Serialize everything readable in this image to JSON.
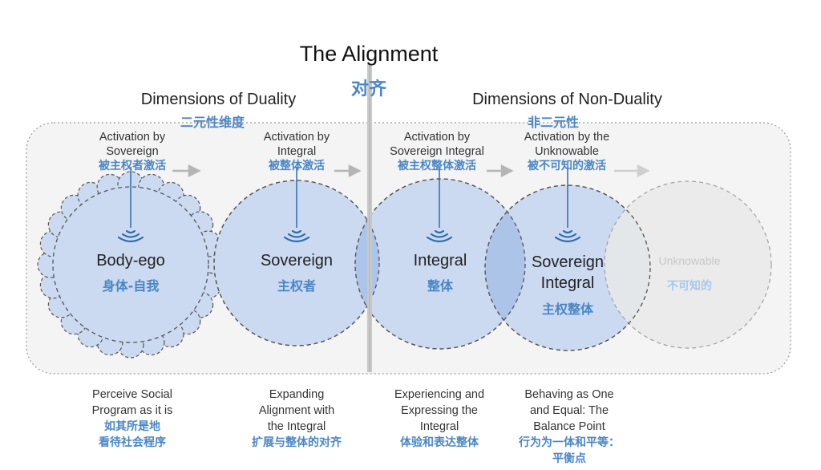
{
  "title": "The Alignment",
  "title_zh": "对齐",
  "duality": {
    "title": "Dimensions of Duality",
    "title_zh": "二元性维度"
  },
  "non_duality": {
    "title": "Dimensions of Non-Duality",
    "title_zh": "非二元性"
  },
  "activations": [
    {
      "en": "Activation by\nSovereign",
      "zh": "被主权者激活"
    },
    {
      "en": "Activation by\nIntegral",
      "zh": "被整体激活"
    },
    {
      "en": "Activation by\nSovereign Integral",
      "zh": "被主权整体激活"
    },
    {
      "en": "Activation by the\nUnknowable",
      "zh": "被不可知的激活"
    }
  ],
  "circles": [
    {
      "label": "Body-ego",
      "zh": "身体-自我"
    },
    {
      "label": "Sovereign",
      "zh": "主权者"
    },
    {
      "label": "Integral",
      "zh": "整体"
    },
    {
      "label": "Sovereign\nIntegral",
      "zh": "主权整体"
    },
    {
      "label": "Unknowable",
      "zh": "不可知的"
    }
  ],
  "descriptions": [
    {
      "en": "Perceive Social\nProgram as it is",
      "zh": "如其所是地\n看待社会程序"
    },
    {
      "en": "Expanding\nAlignment with\nthe Integral",
      "zh": "扩展与整体的对齐"
    },
    {
      "en": "Experiencing and\nExpressing the\nIntegral",
      "zh": "体验和表达整体"
    },
    {
      "en": "Behaving as One\nand Equal: The\nBalance Point",
      "zh": "行为为一体和平等：\n平衡点"
    }
  ],
  "colors": {
    "circle_fill": "#cbdaf1",
    "circle_stroke": "#555555",
    "accent_text": "#4a86c5",
    "divider": "#c9c9c9",
    "arrow": "#b5b5b5"
  }
}
